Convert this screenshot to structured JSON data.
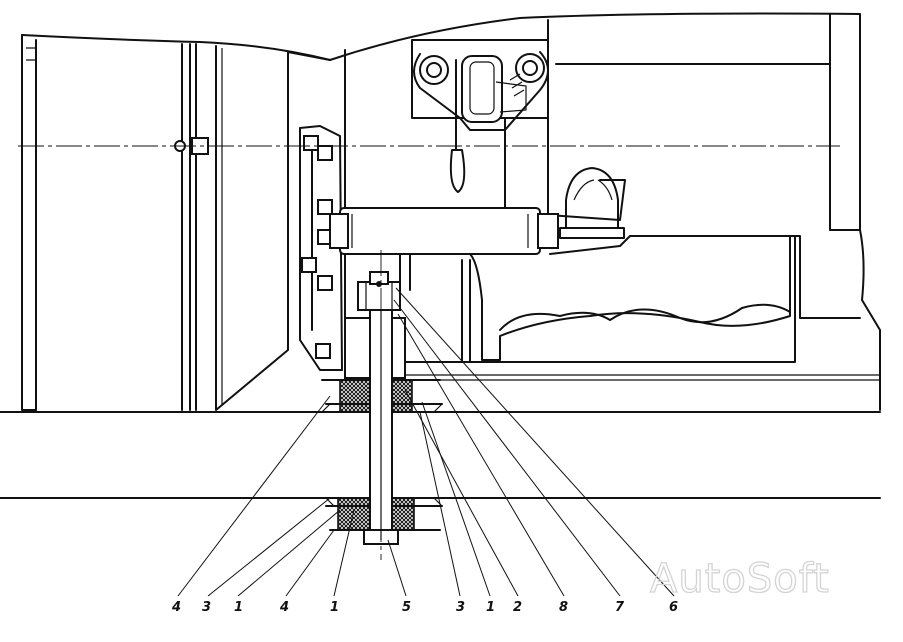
{
  "callouts": [
    "4",
    "3",
    "1",
    "4",
    "1",
    "5",
    "3",
    "1",
    "2",
    "8",
    "7",
    "6"
  ],
  "watermark": "AutoSoft"
}
